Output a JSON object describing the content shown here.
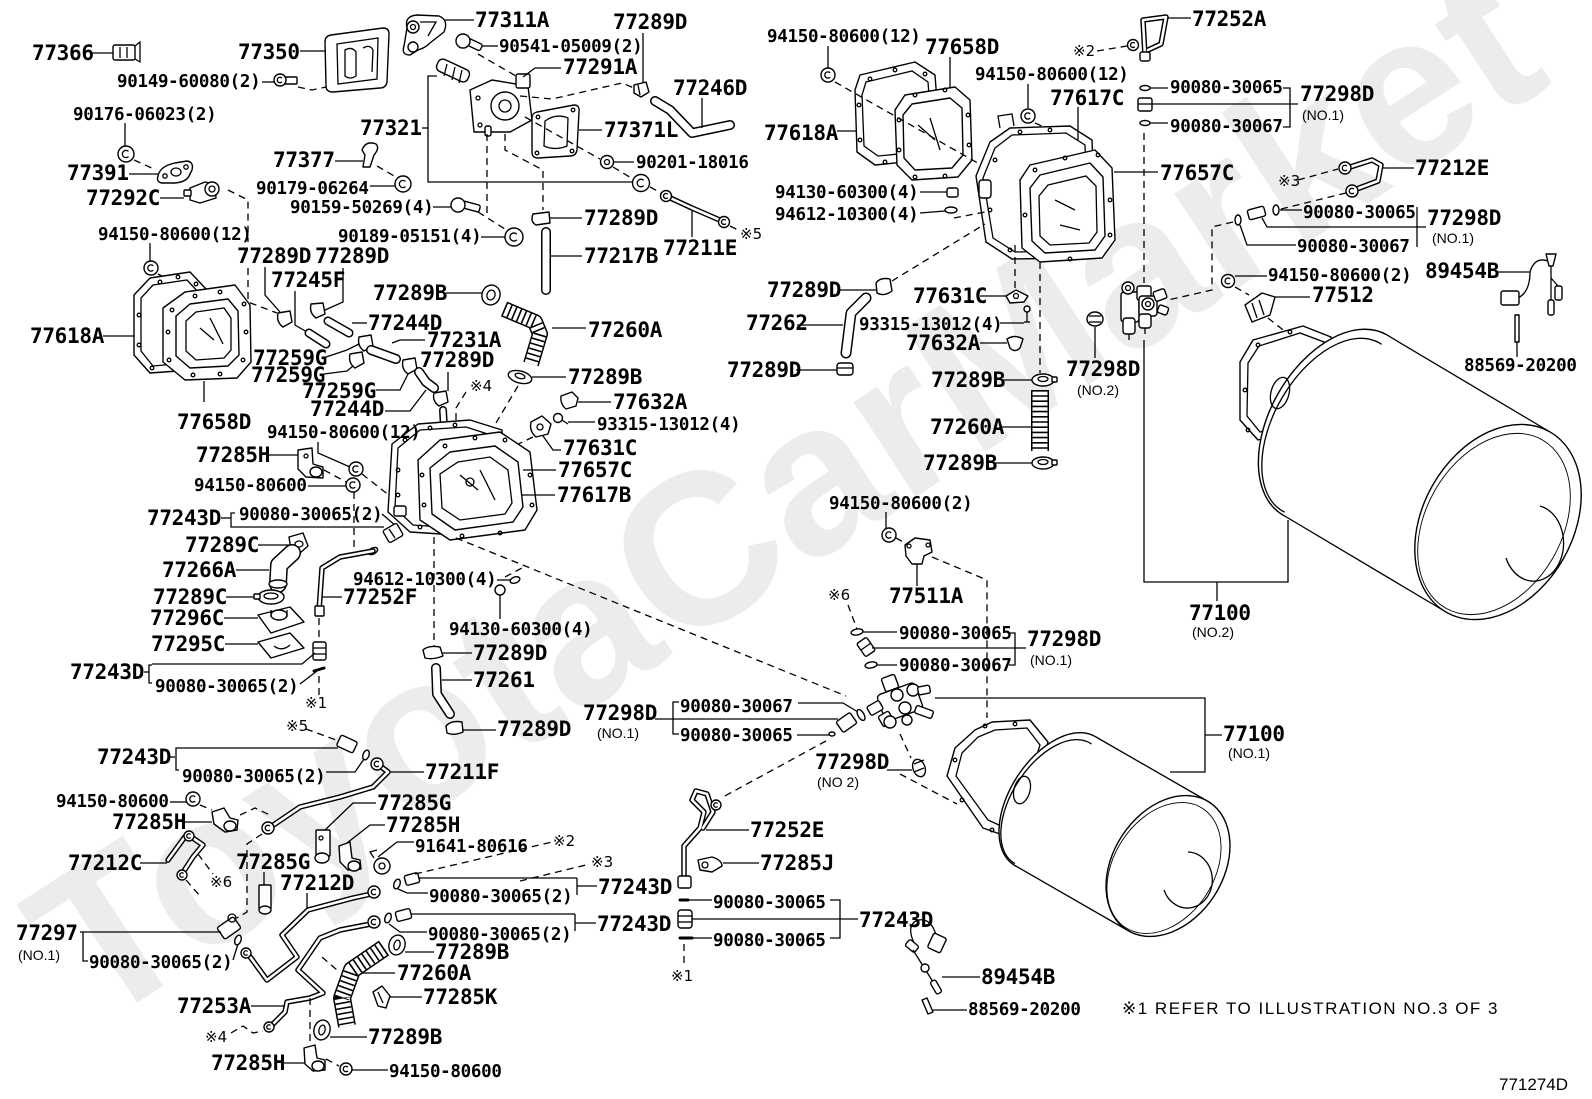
{
  "diagram": {
    "watermark": "ToyotaCarMarket",
    "footnote": "※1 REFER TO ILLUSTRATION NO.3 OF 3",
    "illustration_number": "771274D"
  },
  "part_callouts": [
    {
      "part": "77366"
    },
    {
      "part": "77350"
    },
    {
      "part": "90149-60080(2)"
    },
    {
      "part": "77311A"
    },
    {
      "part": "90541-05009(2)"
    },
    {
      "part": "77289D"
    },
    {
      "part": "77291A"
    },
    {
      "part": "77246D"
    },
    {
      "part": "90176-06023(2)"
    },
    {
      "part": "77321"
    },
    {
      "part": "77371L"
    },
    {
      "part": "77377"
    },
    {
      "part": "90201-18016"
    },
    {
      "part": "77391"
    },
    {
      "part": "90179-06264"
    },
    {
      "part": "77292C"
    },
    {
      "part": "90159-50269(4)"
    },
    {
      "part": "77289D"
    },
    {
      "part": "90189-05151(4)"
    },
    {
      "part": "94150-80600(12)"
    },
    {
      "part": "77211E"
    },
    {
      "part": "77217B"
    },
    {
      "part": "77289D"
    },
    {
      "part": "77289D"
    },
    {
      "part": "77245F"
    },
    {
      "part": "77289B"
    },
    {
      "part": "77244D"
    },
    {
      "part": "77260A"
    },
    {
      "part": "77618A"
    },
    {
      "part": "77231A"
    },
    {
      "part": "77259G"
    },
    {
      "part": "77289D"
    },
    {
      "part": "77259G"
    },
    {
      "part": "77289B"
    },
    {
      "part": "77259G"
    },
    {
      "part": "77632A"
    },
    {
      "part": "77244D"
    },
    {
      "part": "77658D"
    },
    {
      "part": "93315-13012(4)"
    },
    {
      "part": "94150-80600(12)"
    },
    {
      "part": "77631C"
    },
    {
      "part": "77285H"
    },
    {
      "part": "77657C"
    },
    {
      "part": "94150-80600"
    },
    {
      "part": "77617B"
    },
    {
      "part": "77243D"
    },
    {
      "part": "90080-30065(2)"
    },
    {
      "part": "77289C"
    },
    {
      "part": "77266A"
    },
    {
      "part": "94612-10300(4)"
    },
    {
      "part": "77289C"
    },
    {
      "part": "77252F"
    },
    {
      "part": "77296C"
    },
    {
      "part": "94130-60300(4)"
    },
    {
      "part": "77295C"
    },
    {
      "part": "77289D"
    },
    {
      "part": "77243D"
    },
    {
      "part": "77261"
    },
    {
      "part": "90080-30065(2)"
    },
    {
      "part": "77298D",
      "note": "(NO.1)"
    },
    {
      "part": "90080-30067"
    },
    {
      "part": "77289D"
    },
    {
      "part": "90080-30065"
    },
    {
      "part": "77243D"
    },
    {
      "part": "77211F"
    },
    {
      "part": "90080-30065(2)"
    },
    {
      "part": "94150-80600"
    },
    {
      "part": "77285G"
    },
    {
      "part": "77285H"
    },
    {
      "part": "77285H"
    },
    {
      "part": "91641-80616"
    },
    {
      "part": "77212C"
    },
    {
      "part": "77285G"
    },
    {
      "part": "77243D"
    },
    {
      "part": "77212D"
    },
    {
      "part": "90080-30065(2)"
    },
    {
      "part": "77297",
      "note": "(NO.1)"
    },
    {
      "part": "77243D"
    },
    {
      "part": "90080-30065(2)"
    },
    {
      "part": "77289B"
    },
    {
      "part": "90080-30065(2)"
    },
    {
      "part": "77260A"
    },
    {
      "part": "77285K"
    },
    {
      "part": "77253A"
    },
    {
      "part": "77289B"
    },
    {
      "part": "77285H"
    },
    {
      "part": "94150-80600"
    },
    {
      "part": "94150-80600(12)"
    },
    {
      "part": "77658D"
    },
    {
      "part": "77252A"
    },
    {
      "part": "94150-80600(12)"
    },
    {
      "part": "90080-30065"
    },
    {
      "part": "77298D",
      "note": "(NO.1)"
    },
    {
      "part": "77617C"
    },
    {
      "part": "90080-30067"
    },
    {
      "part": "77618A"
    },
    {
      "part": "77657C"
    },
    {
      "part": "77212E"
    },
    {
      "part": "94130-60300(4)"
    },
    {
      "part": "90080-30065"
    },
    {
      "part": "77298D",
      "note": "(NO.1)"
    },
    {
      "part": "94612-10300(4)"
    },
    {
      "part": "90080-30067"
    },
    {
      "part": "89454B"
    },
    {
      "part": "94150-80600(2)"
    },
    {
      "part": "77289D"
    },
    {
      "part": "77512"
    },
    {
      "part": "77631C"
    },
    {
      "part": "77262"
    },
    {
      "part": "93315-13012(4)"
    },
    {
      "part": "77632A"
    },
    {
      "part": "77298D",
      "note": "(NO.2)"
    },
    {
      "part": "88569-20200"
    },
    {
      "part": "77289D"
    },
    {
      "part": "77289B"
    },
    {
      "part": "77260A"
    },
    {
      "part": "77289B"
    },
    {
      "part": "94150-80600(2)"
    },
    {
      "part": "77511A"
    },
    {
      "part": "77100",
      "note": "(NO.2)"
    },
    {
      "part": "90080-30065"
    },
    {
      "part": "77298D",
      "note": "(NO.1)"
    },
    {
      "part": "90080-30067"
    },
    {
      "part": "77100",
      "note": "(NO.1)"
    },
    {
      "part": "77298D",
      "note": "(NO 2)"
    },
    {
      "part": "77252E"
    },
    {
      "part": "77285J"
    },
    {
      "part": "90080-30065"
    },
    {
      "part": "77243D"
    },
    {
      "part": "90080-30065"
    },
    {
      "part": "89454B"
    },
    {
      "part": "88569-20200"
    }
  ],
  "reference_marks": [
    "※4",
    "※1",
    "※5",
    "※2",
    "※3",
    "※6",
    "※4",
    "※2",
    "※3",
    "※5",
    "※6",
    "※1"
  ]
}
